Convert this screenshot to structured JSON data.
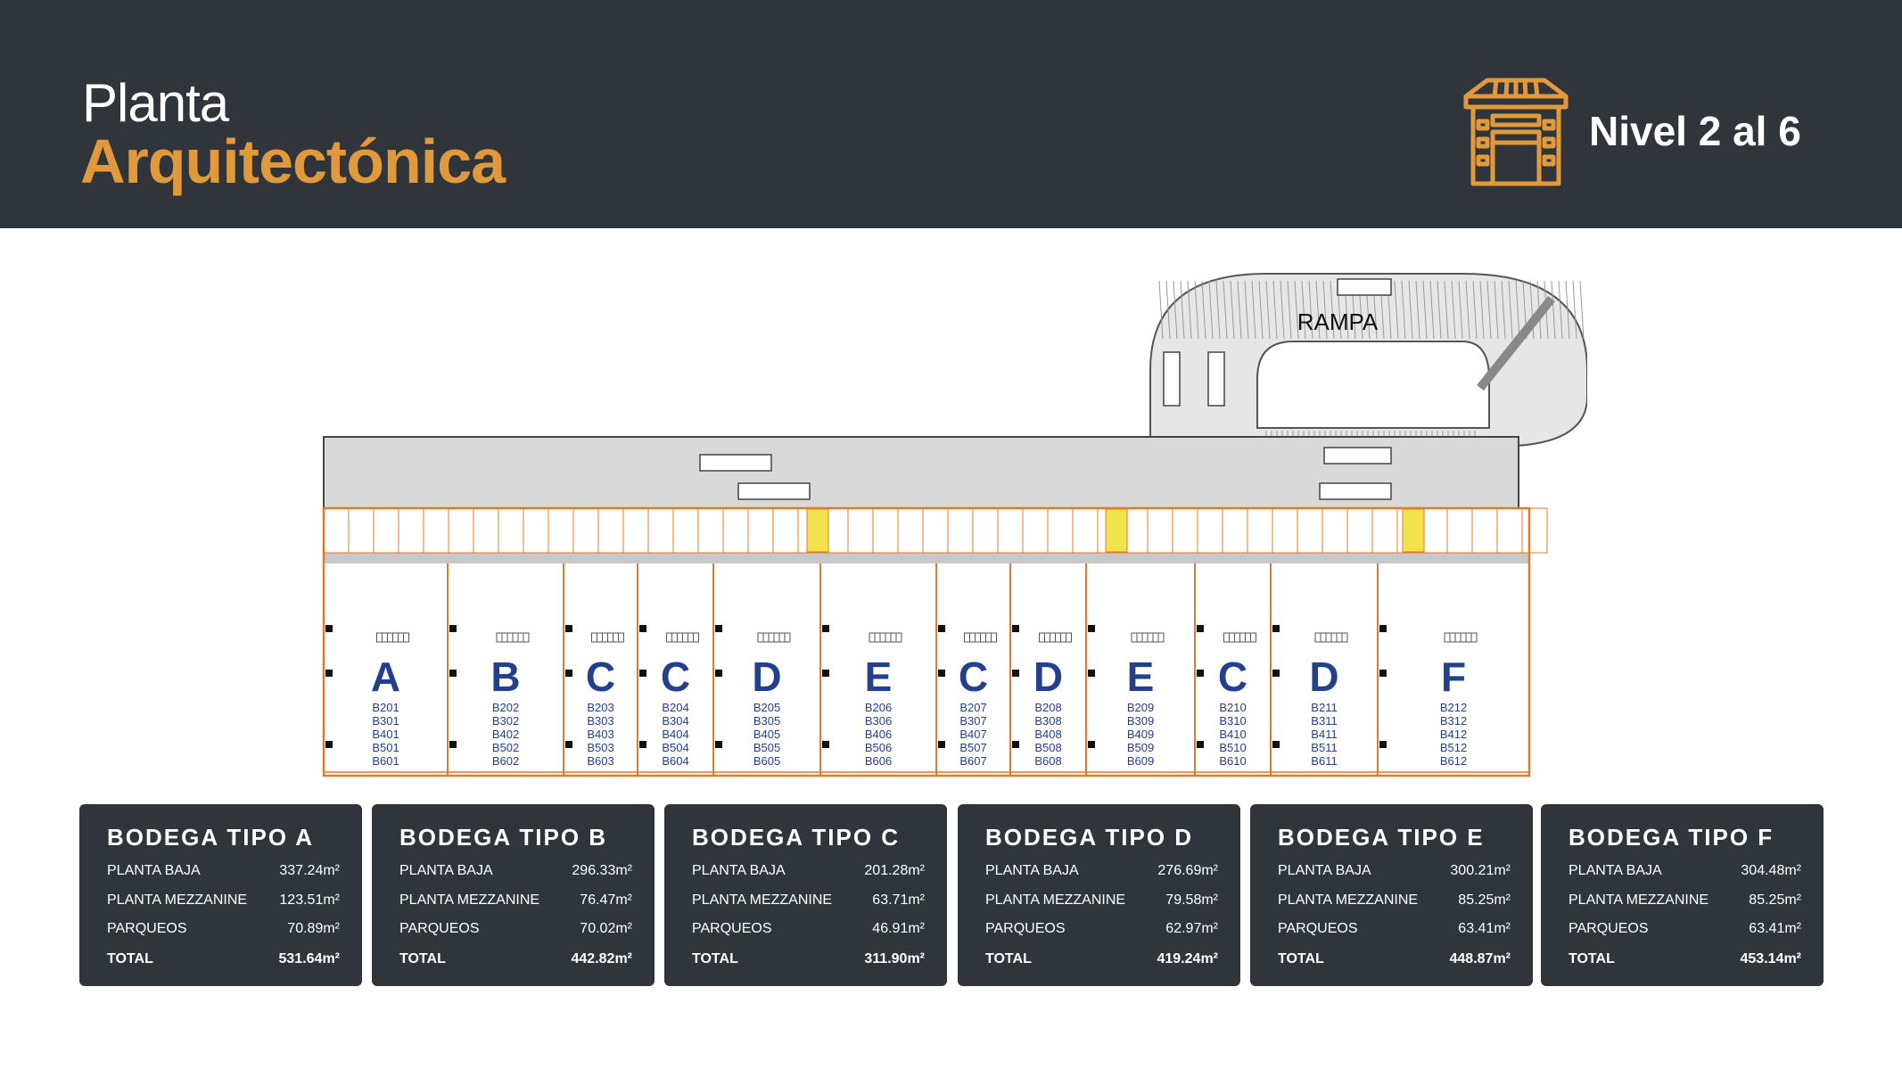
{
  "header": {
    "title_line1": "Planta",
    "title_line2": "Arquitectónica",
    "level": "Nivel 2 al 6",
    "icon": "warehouse-icon",
    "colors": {
      "background": "#30353c",
      "accent": "#e09a3c",
      "text": "#ffffff"
    }
  },
  "plan": {
    "ramp_label": "RAMPA",
    "units": [
      {
        "letter": "A",
        "codes": [
          "B201",
          "B301",
          "B401",
          "B501",
          "B601"
        ]
      },
      {
        "letter": "B",
        "codes": [
          "B202",
          "B302",
          "B402",
          "B502",
          "B602"
        ]
      },
      {
        "letter": "C",
        "codes": [
          "B203",
          "B303",
          "B403",
          "B503",
          "B603"
        ]
      },
      {
        "letter": "C",
        "codes": [
          "B204",
          "B304",
          "B404",
          "B504",
          "B604"
        ]
      },
      {
        "letter": "D",
        "codes": [
          "B205",
          "B305",
          "B405",
          "B505",
          "B605"
        ]
      },
      {
        "letter": "E",
        "codes": [
          "B206",
          "B306",
          "B406",
          "B506",
          "B606"
        ]
      },
      {
        "letter": "C",
        "codes": [
          "B207",
          "B307",
          "B407",
          "B507",
          "B607"
        ]
      },
      {
        "letter": "D",
        "codes": [
          "B208",
          "B308",
          "B408",
          "B508",
          "B608"
        ]
      },
      {
        "letter": "E",
        "codes": [
          "B209",
          "B309",
          "B409",
          "B509",
          "B609"
        ]
      },
      {
        "letter": "C",
        "codes": [
          "B210",
          "B310",
          "B410",
          "B510",
          "B610"
        ]
      },
      {
        "letter": "D",
        "codes": [
          "B211",
          "B311",
          "B411",
          "B511",
          "B611"
        ]
      },
      {
        "letter": "F",
        "codes": [
          "B212",
          "B312",
          "B412",
          "B512",
          "B612"
        ]
      }
    ],
    "colors": {
      "wall": "#e07b2c",
      "letter": "#23408e",
      "floor": "#d9d9d9",
      "highlight": "#f2e34c"
    }
  },
  "cards": [
    {
      "title": "BODEGA TIPO A",
      "rows": [
        {
          "label": "PLANTA BAJA",
          "value": "337.24m²"
        },
        {
          "label": "PLANTA MEZZANINE",
          "value": "123.51m²"
        },
        {
          "label": "PARQUEOS",
          "value": "70.89m²"
        },
        {
          "label": "TOTAL",
          "value": "531.64m²"
        }
      ]
    },
    {
      "title": "BODEGA TIPO B",
      "rows": [
        {
          "label": "PLANTA BAJA",
          "value": "296.33m²"
        },
        {
          "label": "PLANTA MEZZANINE",
          "value": "76.47m²"
        },
        {
          "label": "PARQUEOS",
          "value": "70.02m²"
        },
        {
          "label": "TOTAL",
          "value": "442.82m²"
        }
      ]
    },
    {
      "title": "BODEGA TIPO C",
      "rows": [
        {
          "label": "PLANTA BAJA",
          "value": "201.28m²"
        },
        {
          "label": "PLANTA MEZZANINE",
          "value": "63.71m²"
        },
        {
          "label": "PARQUEOS",
          "value": "46.91m²"
        },
        {
          "label": "TOTAL",
          "value": "311.90m²"
        }
      ]
    },
    {
      "title": "BODEGA TIPO D",
      "rows": [
        {
          "label": "PLANTA BAJA",
          "value": "276.69m²"
        },
        {
          "label": "PLANTA MEZZANINE",
          "value": "79.58m²"
        },
        {
          "label": "PARQUEOS",
          "value": "62.97m²"
        },
        {
          "label": "TOTAL",
          "value": "419.24m²"
        }
      ]
    },
    {
      "title": "BODEGA TIPO E",
      "rows": [
        {
          "label": "PLANTA BAJA",
          "value": "300.21m²"
        },
        {
          "label": "PLANTA MEZZANINE",
          "value": "85.25m²"
        },
        {
          "label": "PARQUEOS",
          "value": "63.41m²"
        },
        {
          "label": "TOTAL",
          "value": "448.87m²"
        }
      ]
    },
    {
      "title": "BODEGA TIPO F",
      "rows": [
        {
          "label": "PLANTA BAJA",
          "value": "304.48m²"
        },
        {
          "label": "PLANTA MEZZANINE",
          "value": "85.25m²"
        },
        {
          "label": "PARQUEOS",
          "value": "63.41m²"
        },
        {
          "label": "TOTAL",
          "value": "453.14m²"
        }
      ]
    }
  ]
}
